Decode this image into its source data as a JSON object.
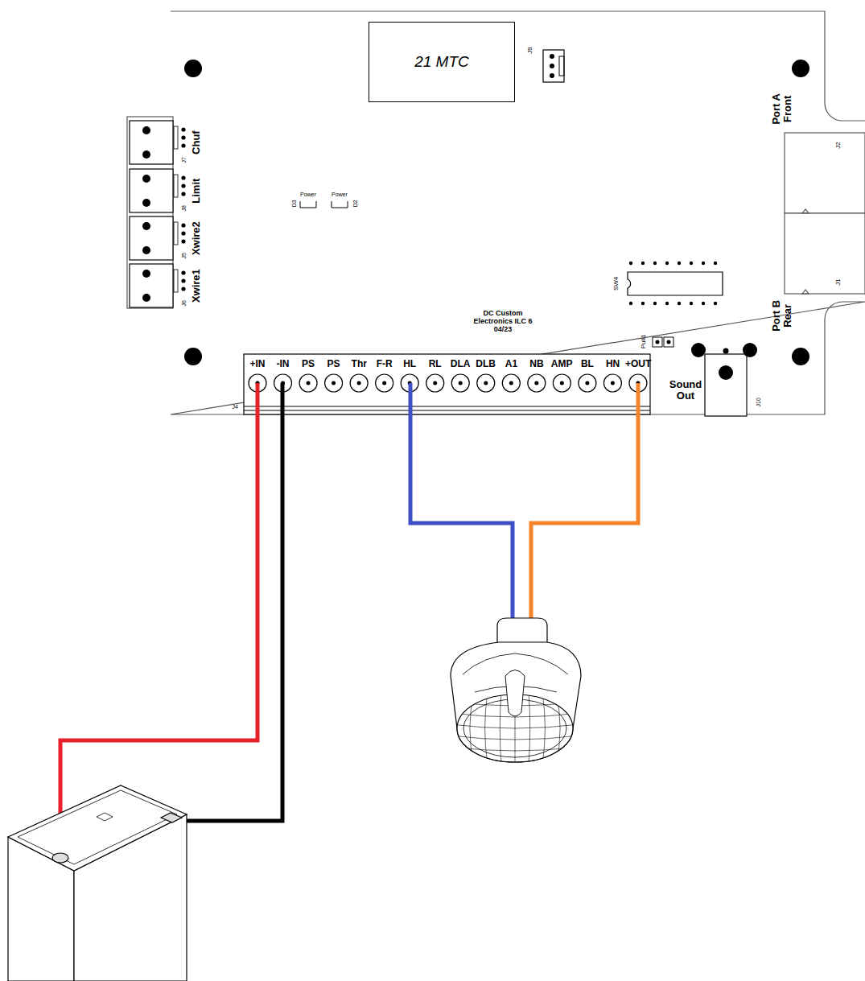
{
  "diagram": {
    "nodes": [
      {
        "text": [
          "DC Custom Electronics ILC 6 04/23"
        ]
      },
      {
        "text": [
          "21 MTC"
        ],
        "in": 0
      }
    ],
    "labels": [
      "J9",
      "Port A Front",
      "J2",
      "Port B Rear",
      "J1",
      "Chuf",
      "J7",
      "Limit",
      "J8",
      "Xwire2",
      "J5",
      "Xwire1",
      "J6",
      "D3",
      "Power",
      "Power",
      "D2",
      "SW4",
      "Pull1",
      "Sound Out",
      "J10",
      "J4",
      "+IN",
      "-IN",
      "PS",
      "PS",
      "Thr",
      "F-R",
      "HL",
      "RL",
      "DLA",
      "DLB",
      "A1",
      "NB",
      "AMP",
      "BL",
      "HN",
      "+OUT"
    ]
  }
}
